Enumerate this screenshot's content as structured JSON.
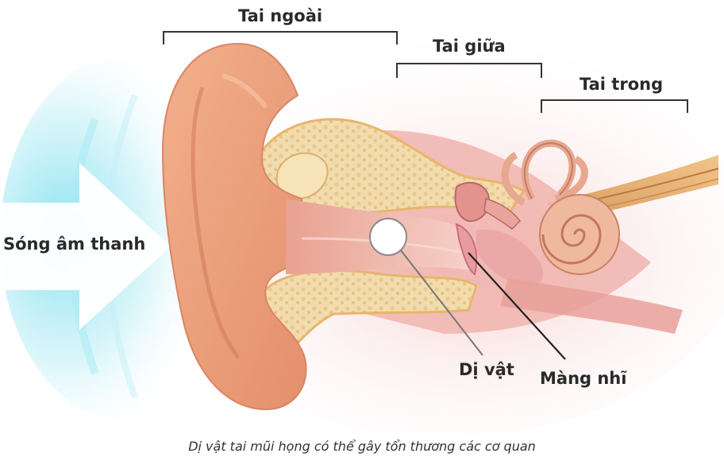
{
  "labels": {
    "outer_ear": "Tai ngoài",
    "middle_ear": "Tai giữa",
    "inner_ear": "Tai trong",
    "sound_wave": "Sóng âm thanh",
    "foreign_object": "Dị vật",
    "eardrum": "Màng nhĩ"
  },
  "caption": "Dị vật tai mũi họng có thể gây tổn thương các cơ quan",
  "colors": {
    "skin": "#eea07e",
    "bone": "#f2dcae",
    "canal": "#f3c4bc",
    "sound_glow": "#7fdff0",
    "bracket": "#333333"
  }
}
